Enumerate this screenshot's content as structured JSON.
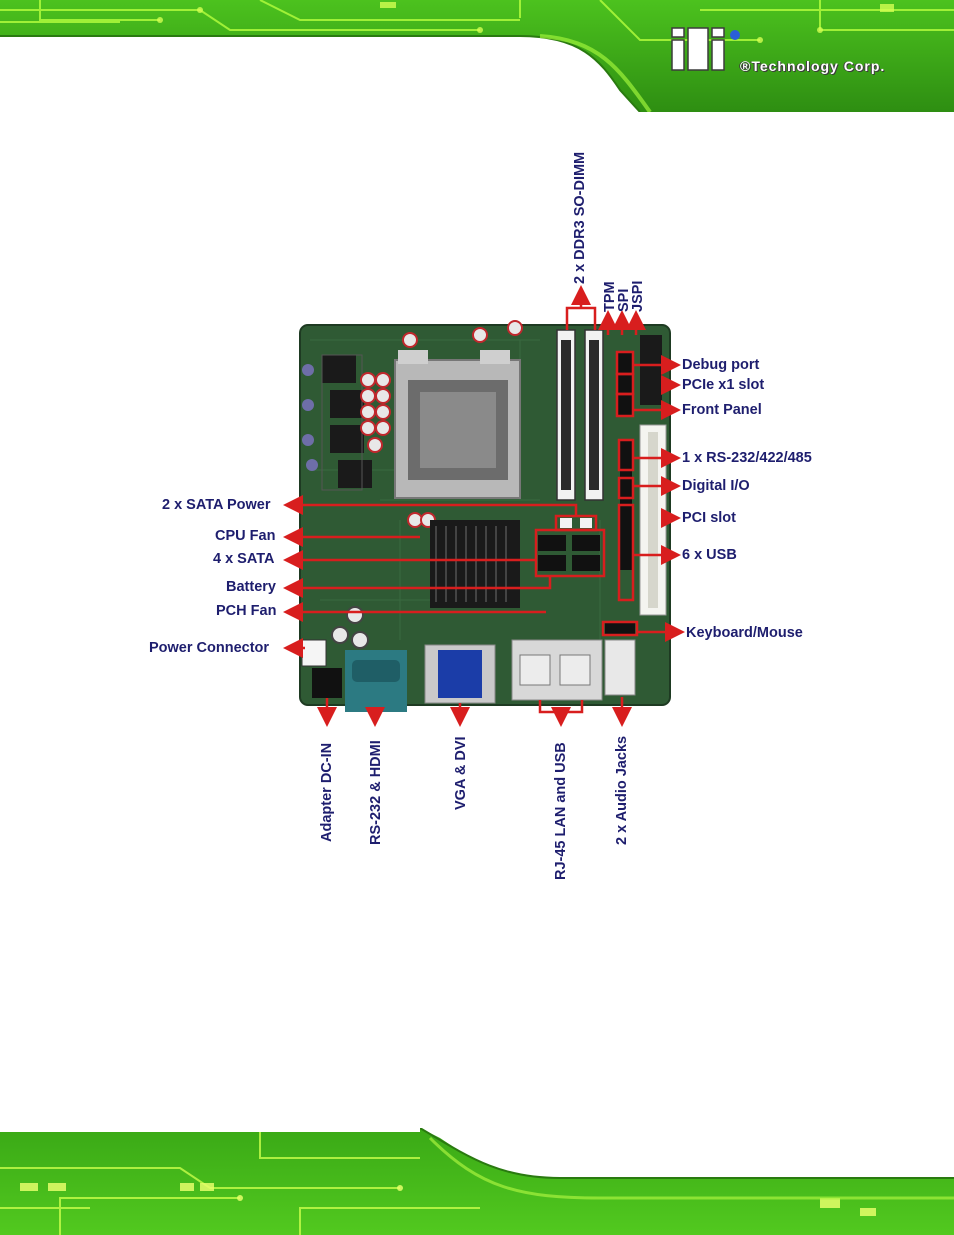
{
  "header": {
    "brand_mark": "iEi",
    "brand_text": "®Technology Corp."
  },
  "figure": {
    "callouts": {
      "ddr3": "2 x DDR3 SO-DIMM",
      "tpm": "TPM",
      "spi": "SPI",
      "jspi": "JSPI",
      "debug_port": "Debug port",
      "pcie_slot": "PCIe x1 slot",
      "front_panel": "Front Panel",
      "rs232_422_485": "1 x RS-232/422/485",
      "digital_io": "Digital I/O",
      "pci_slot": "PCI slot",
      "usb6": "6 x USB",
      "keyboard_mouse": "Keyboard/Mouse",
      "sata_power": "2 x SATA Power",
      "cpu_fan": "CPU Fan",
      "sata4": "4 x SATA",
      "battery": "Battery",
      "pch_fan": "PCH Fan",
      "power_connector": "Power Connector",
      "adapter_dc_in": "Adapter DC-IN",
      "rs232_hdmi": "RS-232 & HDMI",
      "vga_dvi": "VGA & DVI",
      "rj45_usb": "RJ-45 LAN and USB",
      "audio_jacks": "2 x Audio Jacks"
    },
    "colors": {
      "label_text": "#1e1e6e",
      "arrow": "#d81e1e",
      "pcb": "#2f5a34",
      "banner_green": "#3fb31a"
    }
  }
}
